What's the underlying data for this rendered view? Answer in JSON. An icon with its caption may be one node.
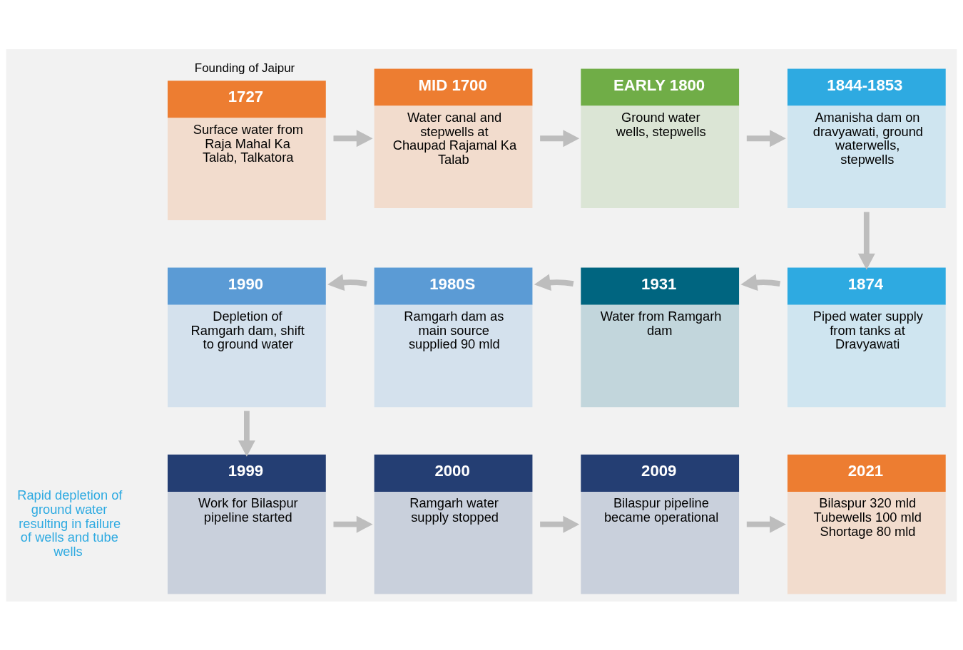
{
  "diagram": {
    "nodes": [
      {
        "text": [
          "1727",
          "Surface water from Raja Mahal Ka Talab, Talkatora"
        ],
        "beside": [
          "Founding of Jaipur"
        ]
      },
      {
        "text": [
          "MID 1700",
          "Water canal and stepwells at Chaupad Rajamal Ka Talab"
        ]
      },
      {
        "text": [
          "EARLY 1800",
          "Ground water wells, stepwells"
        ]
      },
      {
        "text": [
          "1844-1853",
          "Amanisha dam on dravyawati, ground waterwells, stepwells"
        ]
      },
      {
        "text": [
          "1874",
          "Piped water supply from tanks at Dravyawati"
        ]
      },
      {
        "text": [
          "1931",
          "Water from Ramgarh dam"
        ]
      },
      {
        "text": [
          "1980S",
          "Ramgarh dam as main source supplied 90 mld"
        ]
      },
      {
        "text": [
          "1990",
          "Depletion of Ramgarh dam, shift to ground water"
        ]
      },
      {
        "text": [
          "1999",
          "Work for Bilaspur pipeline started"
        ]
      },
      {
        "text": [
          "2000",
          "Ramgarh water supply stopped"
        ]
      },
      {
        "text": [
          "2009",
          "Bilaspur pipeline became operational"
        ]
      },
      {
        "text": [
          "2021",
          "Bilaspur 320 mld Tubewells 100 mld Shortage 80 mld"
        ]
      }
    ],
    "edges": [
      {
        "from": 0,
        "to": 1,
        "arrow": "to"
      },
      {
        "from": 1,
        "to": 2,
        "arrow": "to"
      },
      {
        "from": 2,
        "to": 3,
        "arrow": "to"
      },
      {
        "from": 3,
        "to": 4,
        "arrow": "to"
      },
      {
        "from": 4,
        "to": 5,
        "arrow": "to"
      },
      {
        "from": 5,
        "to": 6,
        "arrow": "to"
      },
      {
        "from": 6,
        "to": 7,
        "arrow": "to"
      },
      {
        "from": 7,
        "to": 8,
        "arrow": "to"
      },
      {
        "from": 8,
        "to": 9,
        "arrow": "to"
      },
      {
        "from": 9,
        "to": 10,
        "arrow": "to"
      },
      {
        "from": 10,
        "to": 11,
        "arrow": "to"
      }
    ],
    "labels": [
      "Rapid depletion of ground water resulting in failure of wells and tube wells"
    ]
  }
}
